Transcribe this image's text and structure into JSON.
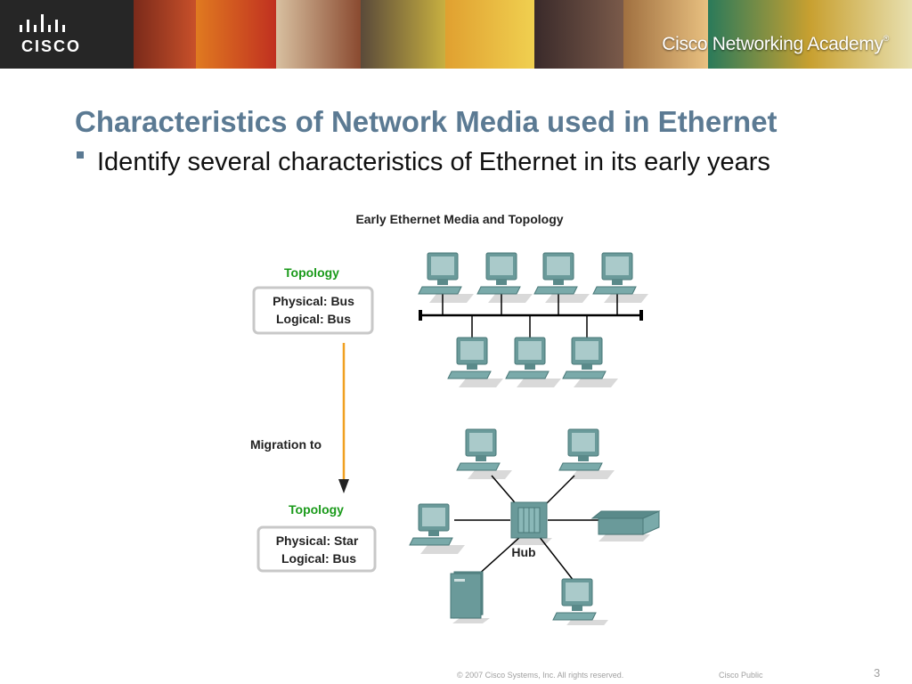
{
  "banner": {
    "logo_text": "CISCO",
    "academy_title": "Cisco Networking Academy",
    "academy_mark": "®"
  },
  "slide": {
    "title": "Characteristics of Network Media used in Ethernet",
    "bullet": "Identify several characteristics of Ethernet in its early years"
  },
  "diagram": {
    "title": "Early Ethernet Media and Topology",
    "top_box": {
      "heading": "Topology",
      "physical": "Physical: Bus",
      "logical": "Logical: Bus"
    },
    "migration_label": "Migration to",
    "bottom_box": {
      "heading": "Topology",
      "physical": "Physical: Star",
      "logical": "Logical: Bus"
    },
    "hub_label": "Hub",
    "colors": {
      "heading_green": "#1a9a1a",
      "arrow_orange": "#f0a020",
      "device_teal": "#6a9a9a",
      "title_blue": "#5b7a93"
    }
  },
  "footer": {
    "copyright": "© 2007 Cisco Systems, Inc. All rights reserved.",
    "classification": "Cisco Public",
    "page": "3"
  }
}
